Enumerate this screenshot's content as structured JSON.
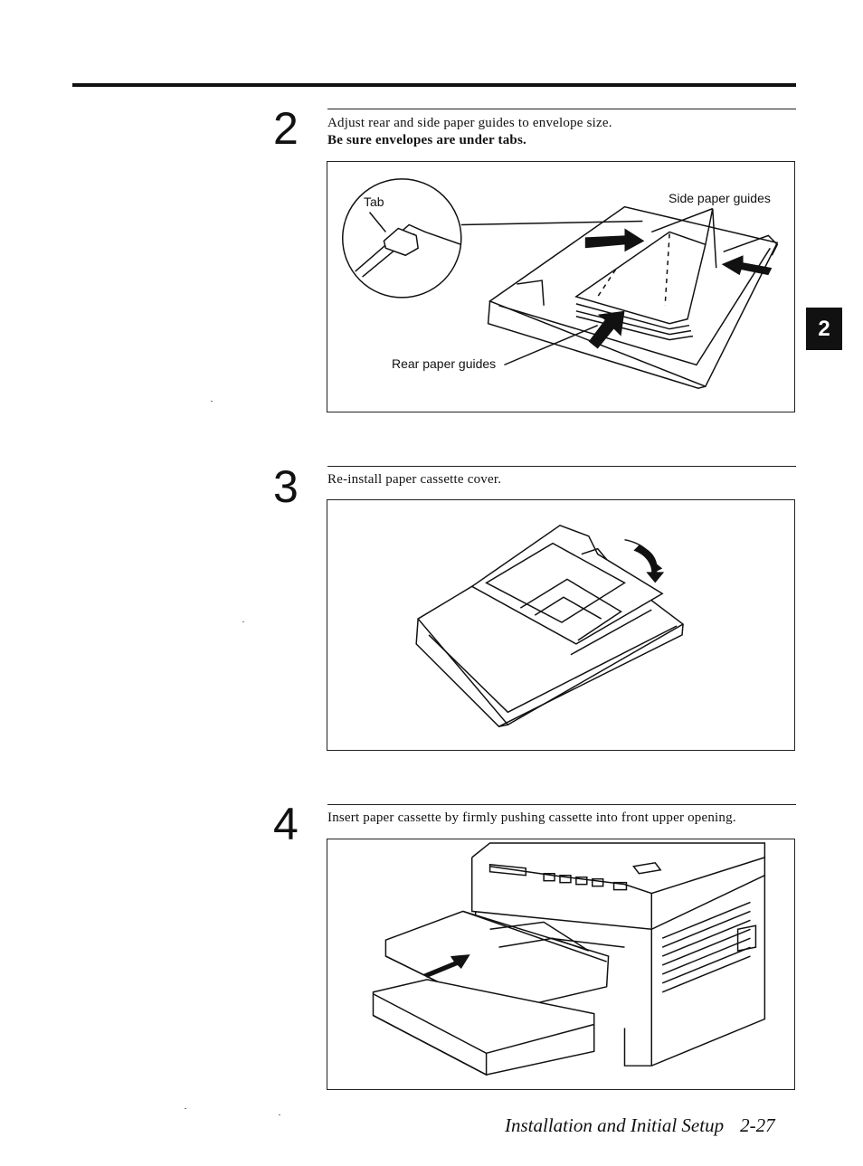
{
  "chapter_tab": "2",
  "steps": [
    {
      "number": "2",
      "line1": "Adjust rear and side paper guides to envelope size.",
      "line2": "Be sure envelopes are under tabs."
    },
    {
      "number": "3",
      "line1": "Re-install paper cassette cover."
    },
    {
      "number": "4",
      "line1": "Insert paper cassette by firmly pushing cassette into front upper opening."
    }
  ],
  "figure1": {
    "tab_label": "Tab",
    "side_guides_label": "Side paper guides",
    "rear_guides_label": "Rear paper guides"
  },
  "footer": {
    "section": "Installation and Initial Setup",
    "page": "2-27"
  }
}
